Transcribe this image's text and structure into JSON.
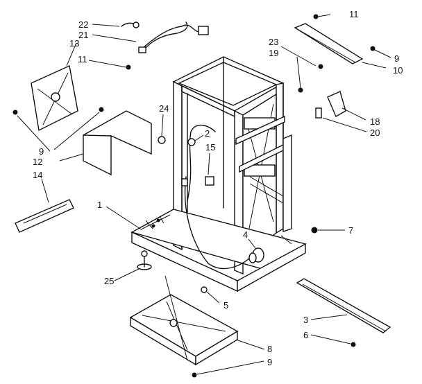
{
  "labels": {
    "l22": "22",
    "l21": "21",
    "l13": "13",
    "l11a": "11",
    "l11b": "11",
    "l23": "23",
    "l19": "19",
    "l9a": "9",
    "l10": "10",
    "l24": "24",
    "l2": "2",
    "l15": "15",
    "l9b": "9",
    "l12": "12",
    "l14": "14",
    "l18": "18",
    "l20": "20",
    "l1": "1",
    "l4": "4",
    "l7": "7",
    "l25": "25",
    "l5": "5",
    "l3": "3",
    "l6": "6",
    "l8": "8",
    "l9c": "9"
  }
}
